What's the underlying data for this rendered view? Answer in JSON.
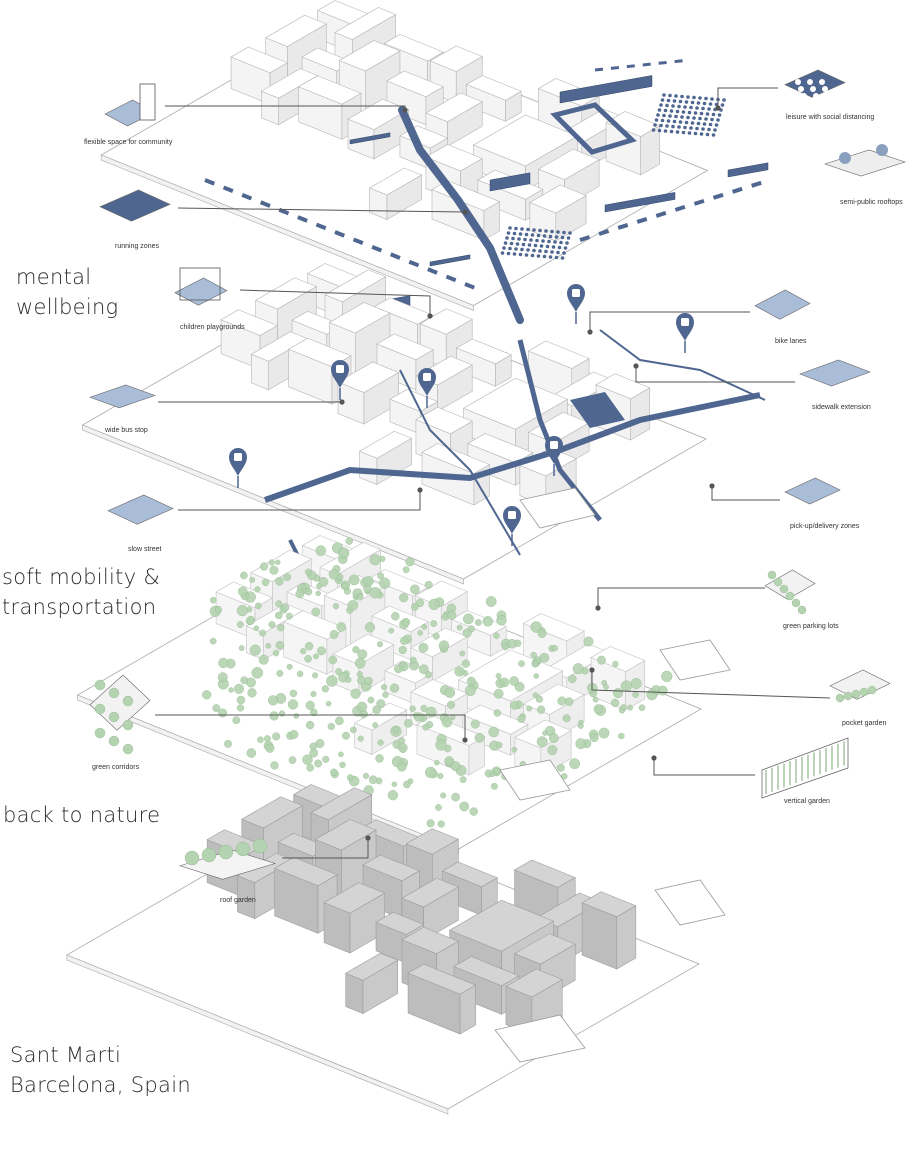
{
  "layers": {
    "mental": {
      "title_line1": "mental",
      "title_line2": "wellbeing"
    },
    "mobility": {
      "title_line1": "soft mobility &",
      "title_line2": "transportation"
    },
    "nature": {
      "title_line1": "back to nature"
    },
    "base": {
      "title_line1": "Sant Marti",
      "title_line2": "Barcelona, Spain"
    }
  },
  "callouts": {
    "flexible_space": "flexible space for community",
    "running_zones": "running zones",
    "children_playgrounds": "children playgrounds",
    "leisure": "leisure with social distancing",
    "rooftops": "semi-public rooftops",
    "wide_bus_stop": "wide bus stop",
    "slow_street": "slow street",
    "bike_lanes": "bike lanes",
    "sidewalk_extension": "sidewalk extension",
    "pickup_delivery": "pick-up/delivery zones",
    "green_parking": "green parking lots",
    "pocket_garden": "pocket garden",
    "green_corridors": "green corridors",
    "vertical_garden": "vertical garden",
    "roof_garden": "roof garden"
  },
  "colors": {
    "accent_blue": "#4e6690",
    "light_blue": "#a9bcd8",
    "tree_green": "#b4d3b0",
    "tree_stroke": "#8fb58b",
    "building_gray": "#c9c9c9",
    "line_gray": "#bdbdbd",
    "leader": "#555555"
  }
}
